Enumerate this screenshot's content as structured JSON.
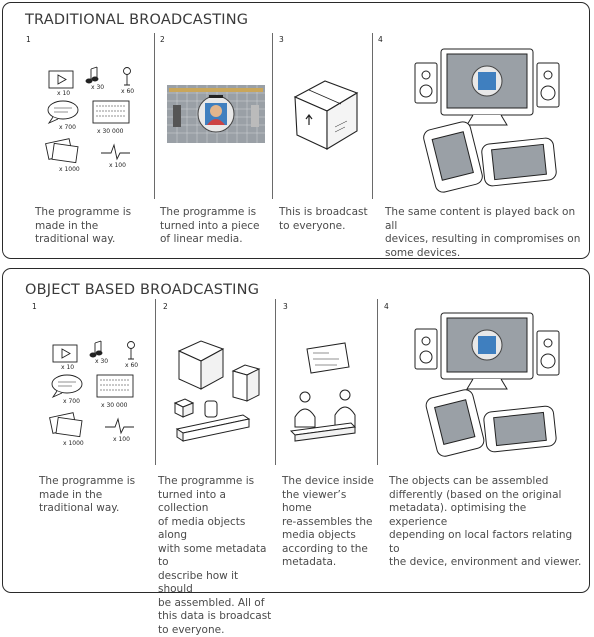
{
  "sections": [
    {
      "title": "TRADITIONAL BROADCASTING",
      "steps": [
        {
          "number": "1",
          "caption": "The programme is\nmade in the\ntraditional way."
        },
        {
          "number": "2",
          "caption": "The programme is\nturned into a piece\nof linear media."
        },
        {
          "number": "3",
          "caption": "This is broadcast\nto everyone."
        },
        {
          "number": "4",
          "caption": "The same content is played back on all\ndevices, resulting in compromises on\nsome devices."
        }
      ]
    },
    {
      "title": "OBJECT BASED BROADCASTING",
      "steps": [
        {
          "number": "1",
          "caption": "The programme is\nmade in the\ntraditional way."
        },
        {
          "number": "2",
          "caption": "The programme is\nturned into a collection\nof media objects along\nwith some metadata to\ndescribe how it should\nbe assembled.  All of\nthis data is broadcast\nto everyone."
        },
        {
          "number": "3",
          "caption": "The device inside\nthe viewer’s home\nre-assembles the\nmedia objects\naccording to the\nmetadata."
        },
        {
          "number": "4",
          "caption": "The objects can be assembled\ndifferently (based on the original\nmetadata). optimising the experience\ndepending on local factors relating to\nthe device, environment  and viewer."
        }
      ]
    }
  ],
  "sketch_labels": {
    "video": "x 10",
    "music": "x 30",
    "mic": "x 60",
    "speech": "x 700",
    "text": "x 30 000",
    "photos": "x 1000",
    "data": "x 100"
  }
}
